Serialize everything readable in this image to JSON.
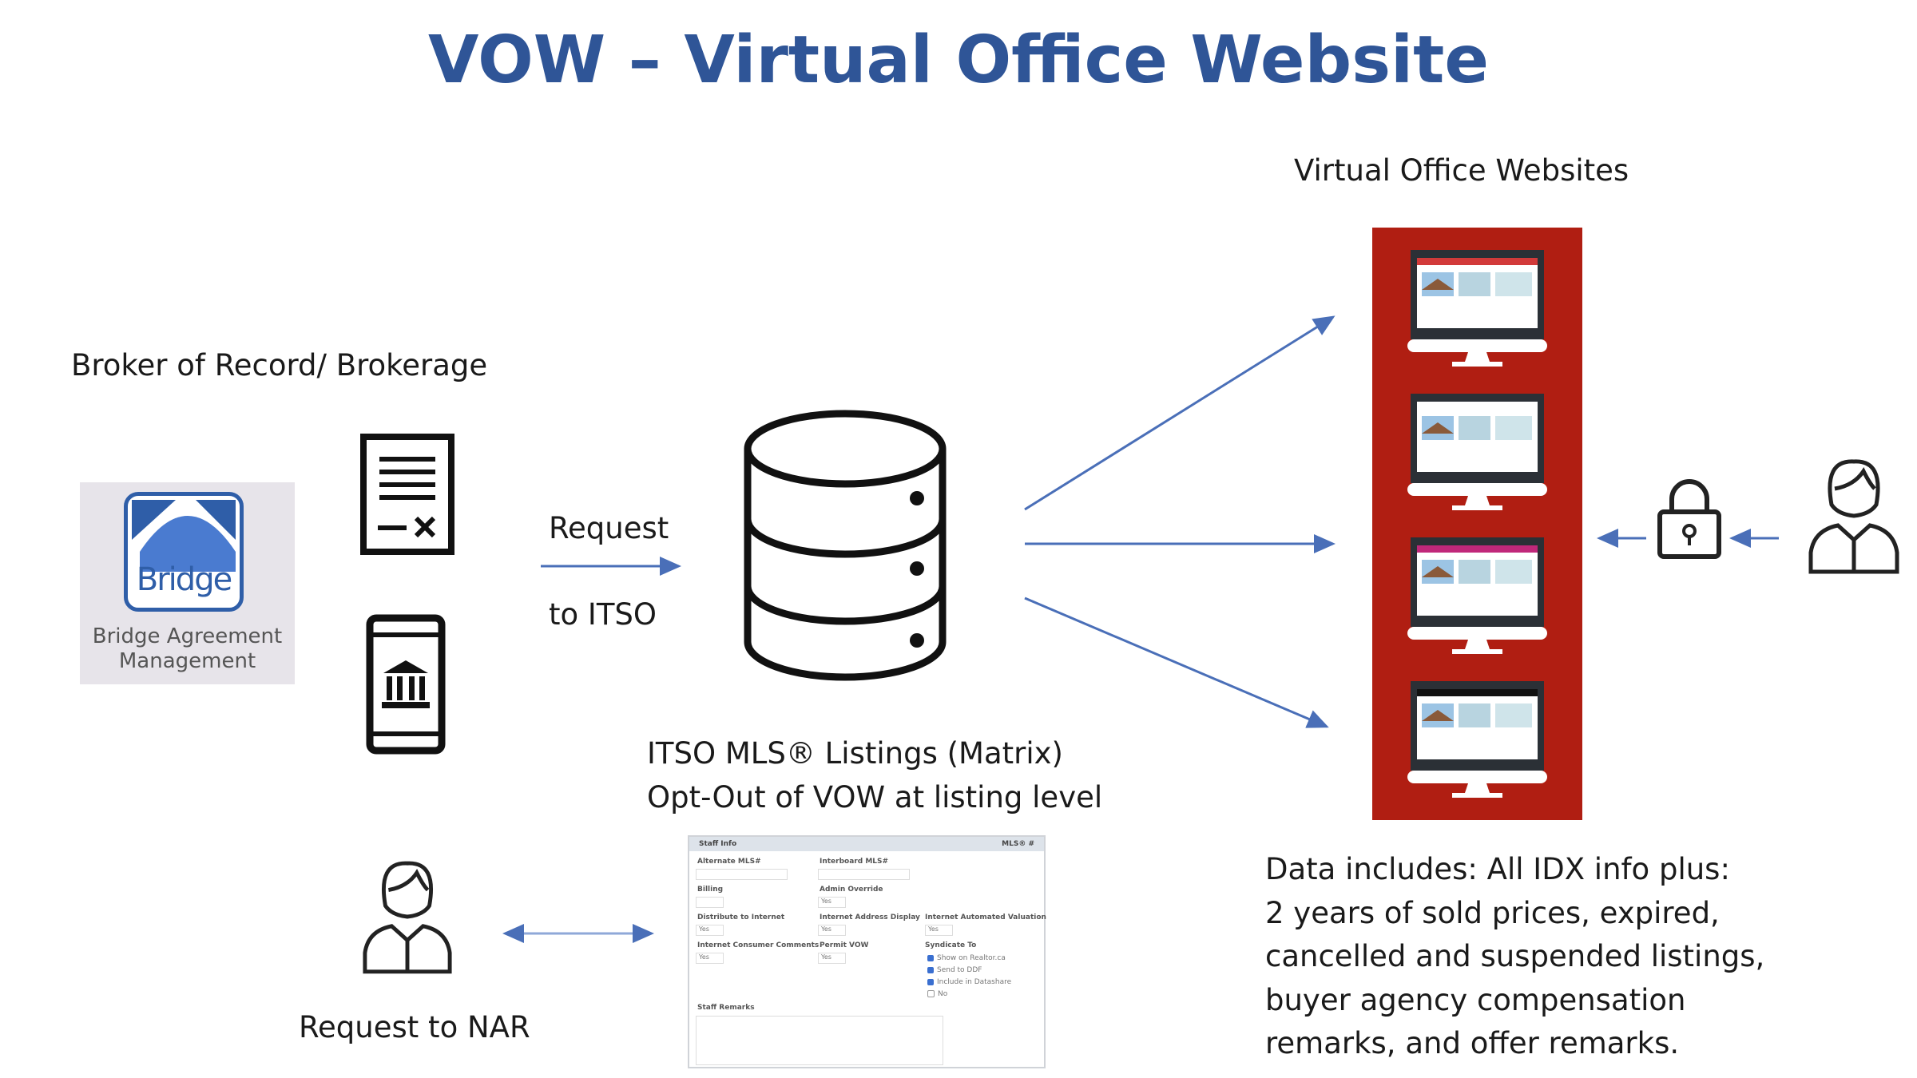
{
  "title": "VOW – Virtual Office Website",
  "labels": {
    "vow_sites": "Virtual Office Websites",
    "broker": "Broker of Record/ Brokerage",
    "request": "Request",
    "to_itso": "to ITSO",
    "itso_line1": "ITSO MLS® Listings (Matrix)",
    "itso_line2": "Opt-Out of VOW at listing level",
    "request_nar": "Request to NAR"
  },
  "bridge": {
    "logo_word": "Bridge",
    "caption_line1": "Bridge Agreement",
    "caption_line2": "Management"
  },
  "data_includes": [
    "Data includes: All IDX info plus:",
    "2 years of sold prices, expired,",
    "cancelled and suspended listings,",
    "buyer agency compensation",
    "remarks, and offer remarks."
  ],
  "form": {
    "header": "Staff Info",
    "header_right": "MLS® #",
    "fields": {
      "alt_mls": "Alternate MLS#",
      "interboard_mls": "Interboard MLS#",
      "billing": "Billing",
      "admin_override": "Admin Override",
      "distribute": "Distribute to Internet",
      "address_display": "Internet Address Display",
      "avm": "Internet Automated Valuation",
      "consumer_comments": "Internet Consumer Comments",
      "permit_vow": "Permit VOW",
      "syndicate": "Syndicate To",
      "staff_remarks": "Staff Remarks"
    },
    "values": {
      "yes": "Yes"
    },
    "syndicate_options": [
      "Show on Realtor.ca",
      "Send to DDF",
      "Include in Datashare",
      "No"
    ]
  },
  "colors": {
    "title": "#2f5597",
    "arrow": "#4a6fb8",
    "panel": "#b01e12"
  },
  "icons": [
    "document-icon",
    "mobile-bank-icon",
    "database-icon",
    "monitor-icon",
    "lock-icon",
    "person-icon"
  ]
}
